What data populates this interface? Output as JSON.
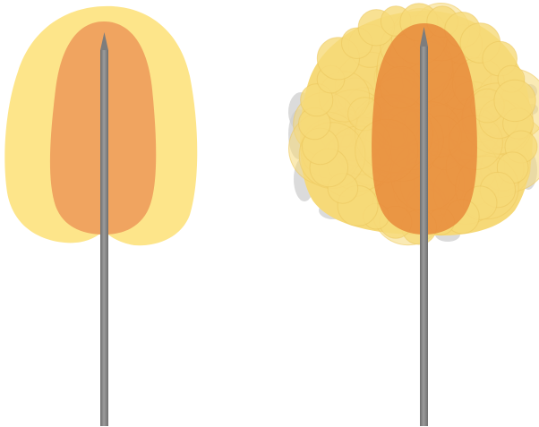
{
  "figure": {
    "panels": [
      {
        "id": "left",
        "outer_zone": "smooth-margin",
        "colors": {
          "outer_zone": "#fde58a",
          "inner_zone": "#f0a460",
          "probe": "#8a8a8a"
        }
      },
      {
        "id": "right",
        "outer_zone": "irregular-cloud",
        "colors": {
          "outer_zone": "#f6d978",
          "inner_zone": "#e8893b",
          "probe": "#8a8a8a",
          "shadow": "#cfcfcf"
        }
      }
    ]
  }
}
